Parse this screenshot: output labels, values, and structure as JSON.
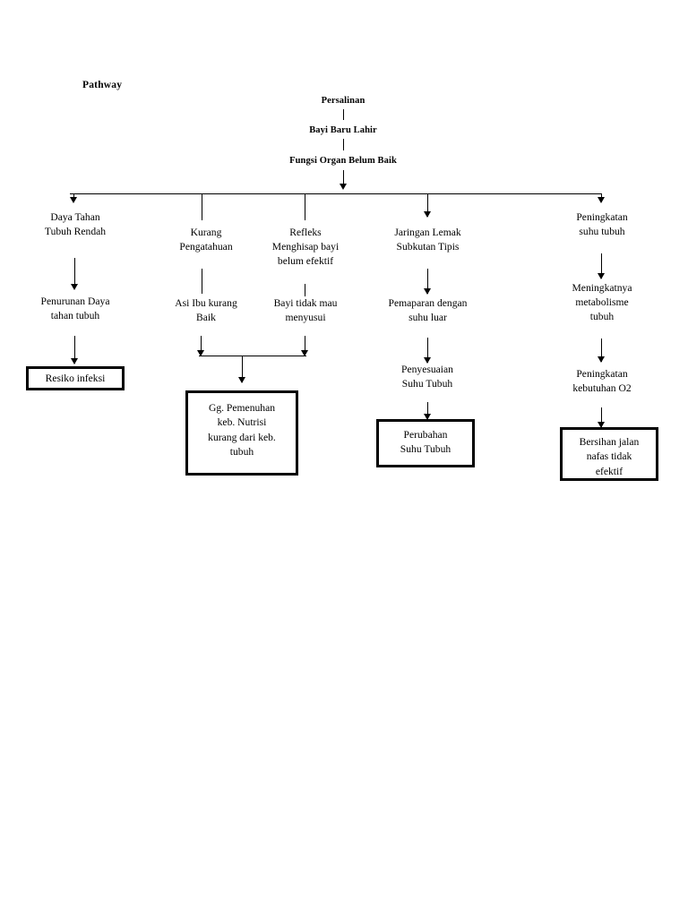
{
  "document": {
    "title": "Pathway",
    "background_color": "#ffffff",
    "ink_color": "#000000"
  },
  "chain": {
    "nodes": [
      {
        "id": "persalinan",
        "label": "Persalinan"
      },
      {
        "id": "bayi-baru-lahir",
        "label": "Bayi Baru Lahir"
      },
      {
        "id": "fungsi-organ-belum-baik",
        "label": "Fungsi Organ Belum Baik"
      }
    ]
  },
  "branches": [
    {
      "id": "branch-1",
      "steps": [
        {
          "id": "daya-tahan-tubuh-rendah",
          "label": "Daya Tahan\nTubuh Rendah"
        },
        {
          "id": "penurunan-daya-tahan-tubuh",
          "label": "Penurunan Daya\ntahan tubuh"
        }
      ],
      "outcome": {
        "id": "resiko-infeksi",
        "label": "Resiko infeksi"
      }
    },
    {
      "id": "branch-2",
      "steps": [
        {
          "id": "kurang-pengatahuan",
          "label": "Kurang\nPengatahuan"
        },
        {
          "id": "asi-ibu-kurang-baik",
          "label": "Asi  Ibu kurang\nBaik"
        }
      ],
      "outcome": null
    },
    {
      "id": "branch-3",
      "steps": [
        {
          "id": "refleks-menghisap-bayi-belum-efektif",
          "label": "Refleks\nMenghisap bayi\nbelum efektif"
        },
        {
          "id": "bayi-tidak-mau-menyusui",
          "label": "Bayi tidak mau\nmenyusui"
        }
      ],
      "outcome": null
    },
    {
      "id": "branch-4",
      "steps": [
        {
          "id": "jaringan-lemak-subkutan-tipis",
          "label": "Jaringan Lemak\nSubkutan Tipis"
        },
        {
          "id": "pemaparan-dengan-suhu-luar",
          "label": "Pemaparan dengan\nsuhu luar"
        },
        {
          "id": "penyesuaian-suhu-tubuh",
          "label": "Penyesuaian\nSuhu Tubuh"
        }
      ],
      "outcome": {
        "id": "perubahan-suhu-tubuh",
        "label": "Perubahan\nSuhu Tubuh"
      }
    },
    {
      "id": "branch-5",
      "steps": [
        {
          "id": "peningkatan-suhu-tubuh",
          "label": "Peningkatan\nsuhu tubuh"
        },
        {
          "id": "meningkatnya-metabolisme-tubuh",
          "label": "Meningkatnya\nmetabolisme\ntubuh"
        },
        {
          "id": "peningkatan-kebutuhan-o2",
          "label": "Peningkatan\nkebutuhan O2"
        }
      ],
      "outcome": {
        "id": "bersihan-jalan-nafas-tidak-efektif",
        "label": "Bersihan jalan\nnafas tidak\nefektif"
      }
    }
  ],
  "merged_outcome": {
    "id": "gg-pemenuhan-kebutuhan-nutrisi",
    "label": "Gg. Pemenuhan\nkeb. Nutrisi\nkurang dari keb.\ntubuh",
    "from": [
      "branch-2",
      "branch-3"
    ]
  }
}
